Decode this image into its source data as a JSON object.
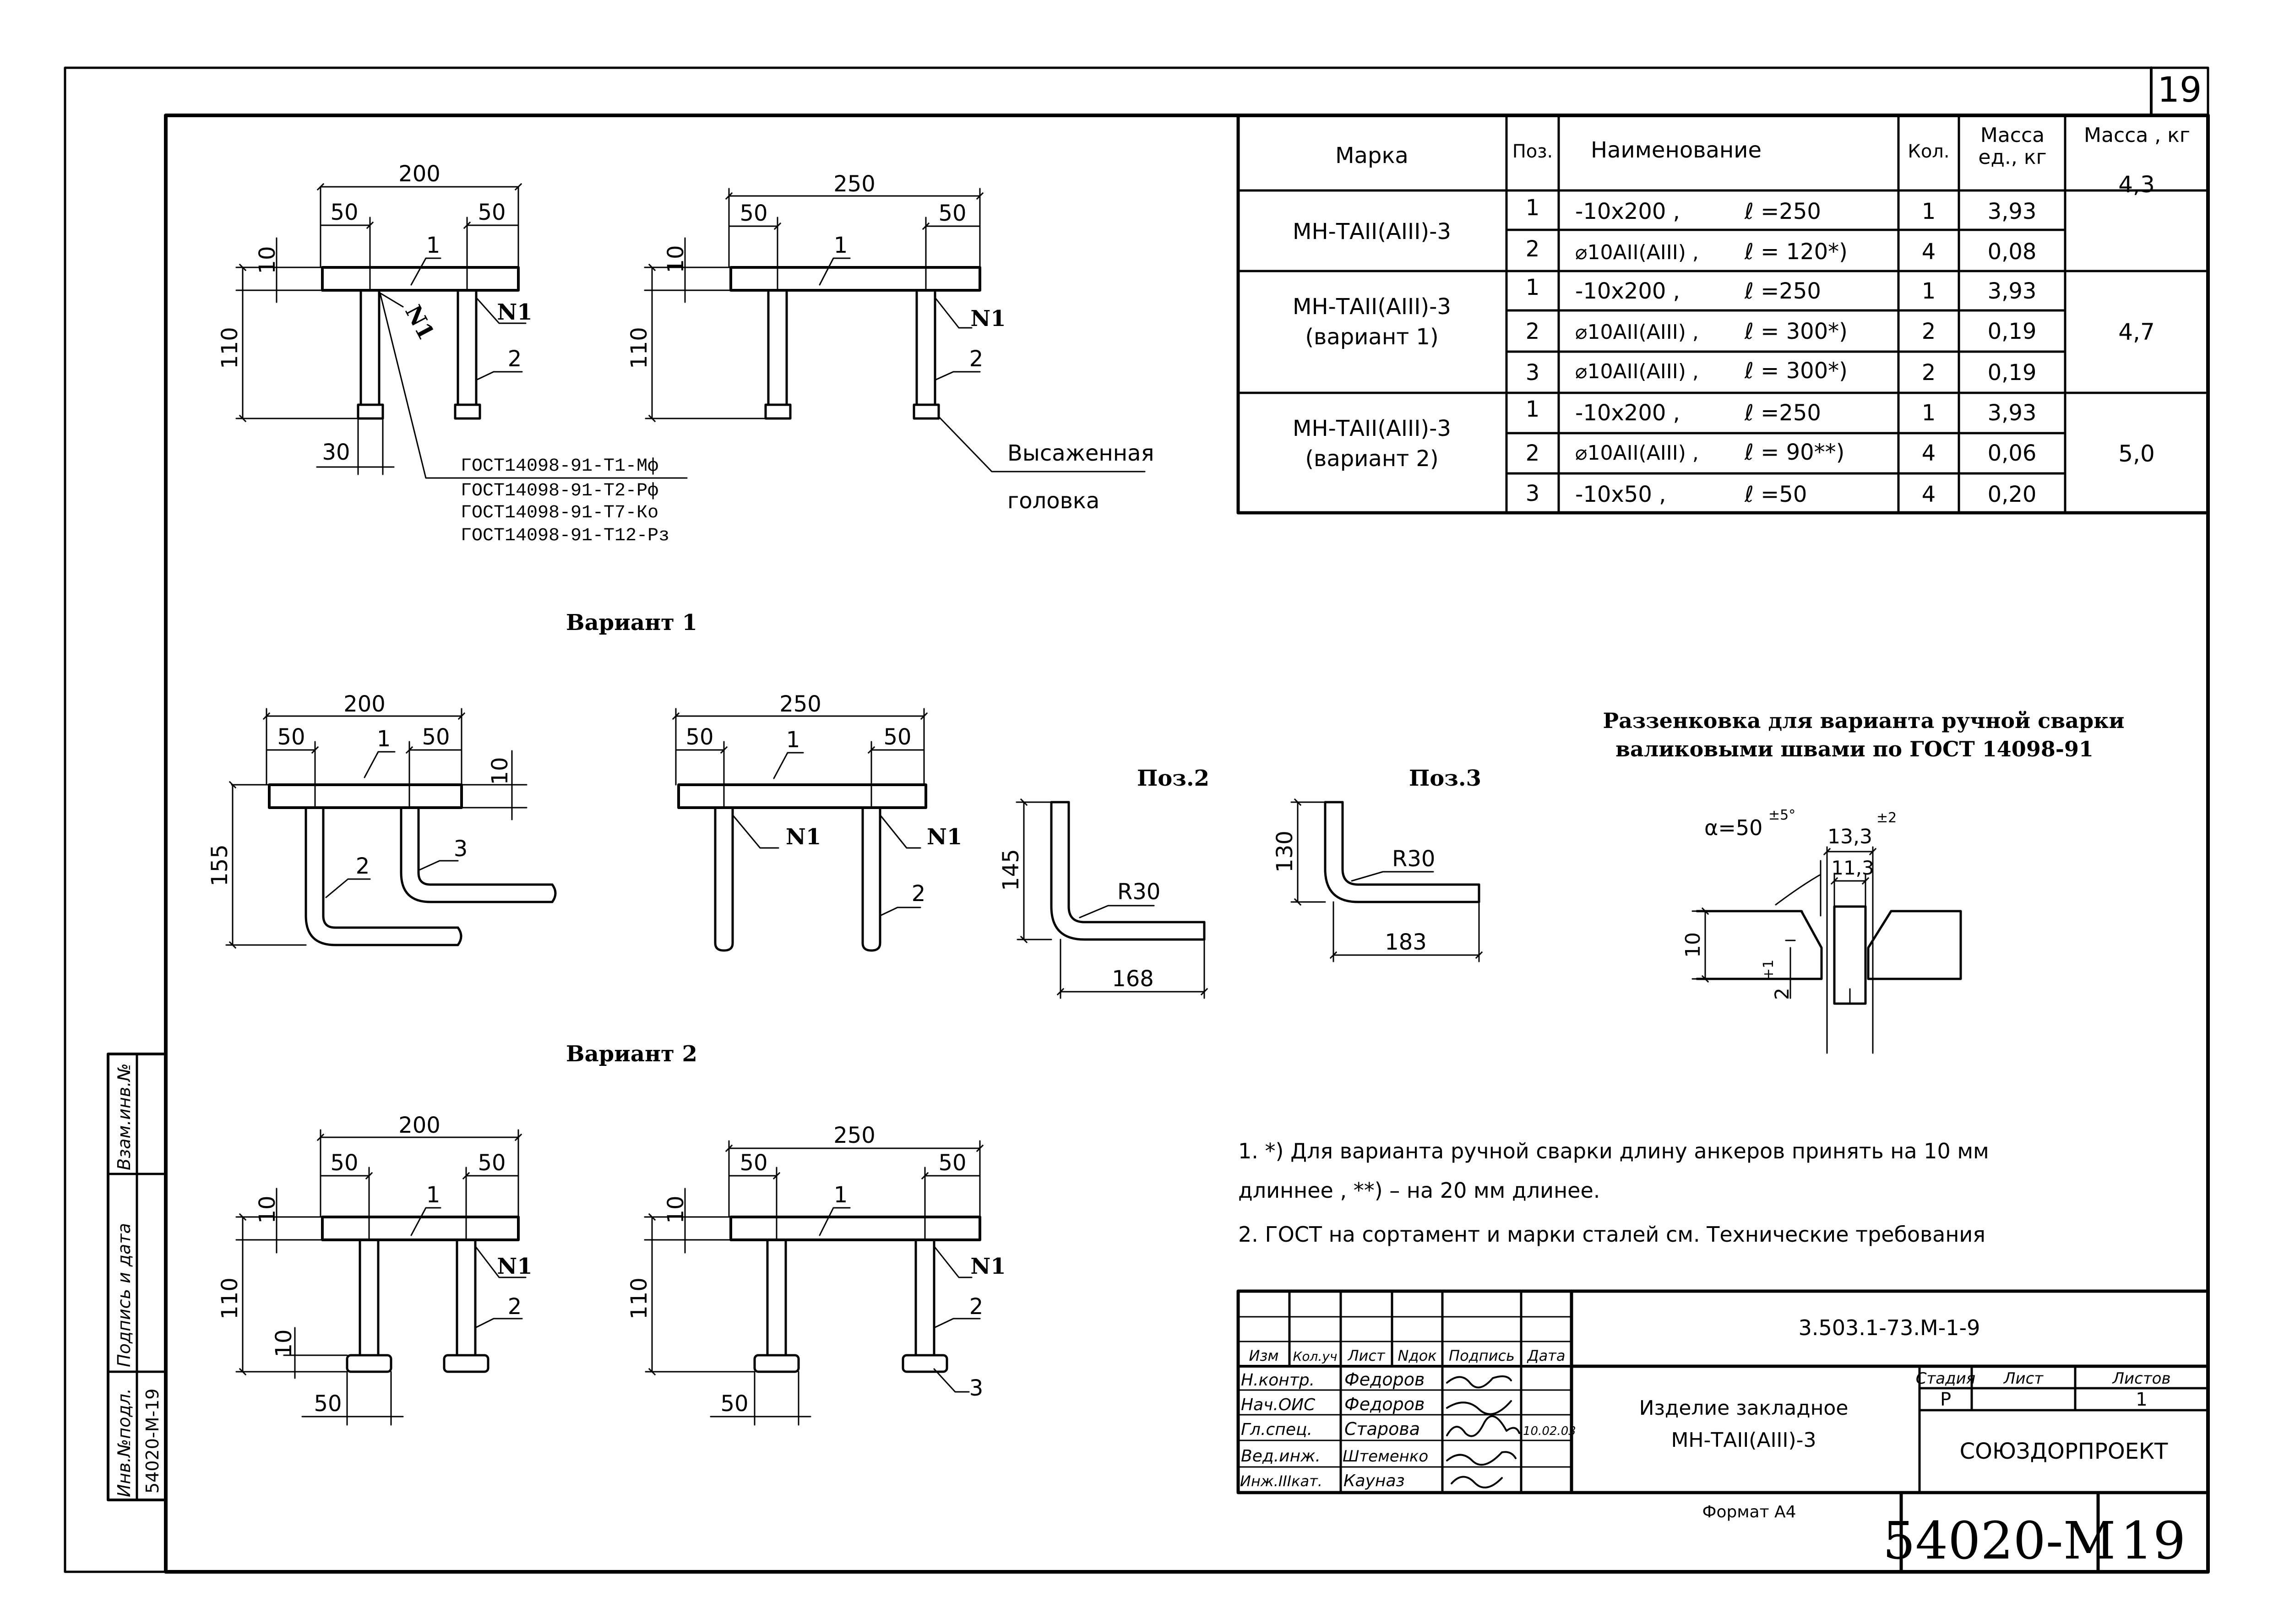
{
  "sheet": {
    "corner_sheet_no": "19",
    "format_label": "Формат А4",
    "doc_no": "54020-М",
    "doc_sheet": "19"
  },
  "side_stamp": {
    "inv_label": "Инв.№подл.",
    "inv_value": "54020-М-19",
    "sign_label": "Подпись и дата",
    "swap_label": "Взам.инв.№"
  },
  "spec_table": {
    "headers": {
      "mark": "Марка",
      "pos": "Поз.",
      "name": "Наименование",
      "qty": "Кол.",
      "mass_unit": "Масса ед., кг",
      "mass_total": "Масса , кг"
    },
    "groups": [
      {
        "mark_line1": "МН-ТАII(АIII)-3",
        "mark_line2": "",
        "mass_total": "4,3",
        "rows": [
          {
            "pos": "1",
            "name": "-10х200 ,",
            "length": "ℓ =250",
            "qty": "1",
            "mass": "3,93"
          },
          {
            "pos": "2",
            "name": "⌀10АII(АIII) ,",
            "length": "ℓ = 120*)",
            "qty": "4",
            "mass": "0,08"
          }
        ]
      },
      {
        "mark_line1": "МН-ТАII(АIII)-3",
        "mark_line2": "(вариант 1)",
        "mass_total": "4,7",
        "rows": [
          {
            "pos": "1",
            "name": "-10х200 ,",
            "length": "ℓ =250",
            "qty": "1",
            "mass": "3,93"
          },
          {
            "pos": "2",
            "name": "⌀10АII(АIII) ,",
            "length": "ℓ = 300*)",
            "qty": "2",
            "mass": "0,19"
          },
          {
            "pos": "3",
            "name": "⌀10АII(АIII) ,",
            "length": "ℓ = 300*)",
            "qty": "2",
            "mass": "0,19"
          }
        ]
      },
      {
        "mark_line1": "МН-ТАII(АIII)-3",
        "mark_line2": "(вариант 2)",
        "mass_total": "5,0",
        "rows": [
          {
            "pos": "1",
            "name": "-10х200 ,",
            "length": "ℓ =250",
            "qty": "1",
            "mass": "3,93"
          },
          {
            "pos": "2",
            "name": "⌀10АII(АIII) ,",
            "length": "ℓ = 90**)",
            "qty": "4",
            "mass": "0,06"
          },
          {
            "pos": "3",
            "name": "-10х50 ,",
            "length": "ℓ =50",
            "qty": "4",
            "mass": "0,20"
          }
        ]
      }
    ]
  },
  "drawings": {
    "main": {
      "dim_200": "200",
      "dim_250": "250",
      "dim_50": "50",
      "dim_10": "10",
      "dim_110": "110",
      "dim_30": "30",
      "pos1": "1",
      "pos2": "2",
      "weld": "N1",
      "gost": [
        "ГОСТ14098-91-Т1-Мф",
        "ГОСТ14098-91-Т2-Рф",
        "ГОСТ14098-91-Т7-Ко",
        "ГОСТ14098-91-Т12-Рз"
      ],
      "head_label_1": "Высаженная",
      "head_label_2": "головка"
    },
    "variant1": {
      "title": "Вариант 1",
      "dim_155": "155",
      "pos3": "3",
      "poz2_title": "Поз.2",
      "poz3_title": "Поз.3",
      "r30": "R30",
      "dim_145": "145",
      "dim_168": "168",
      "dim_130": "130",
      "dim_183": "183"
    },
    "variant2": {
      "title": "Вариант 2"
    },
    "bevel": {
      "title_line1": "Раззенковка для варианта ручной сварки",
      "title_line2": "валиковыми швами по ГОСТ 14098-91",
      "alpha": "α=50",
      "alpha_tol": "±5°",
      "dim_133": "13,3",
      "dim_133_tol": "±2",
      "dim_113": "11,3",
      "dim_10": "10",
      "dim_2": "2",
      "dim_2_tol": "+1"
    }
  },
  "notes": [
    "1. *) Для варианта ручной сварки длину анкеров принять на 10 мм",
    "длиннее , **) – на 20 мм длинее.",
    "2. ГОСТ на сортамент и марки сталей см. Технические требования"
  ],
  "title_block": {
    "code": "3.503.1-73.М-1-9",
    "col_headers": [
      "Изм",
      "Кол.уч",
      "Лист",
      "Nдок",
      "Подпись",
      "Дата"
    ],
    "people": [
      {
        "role": "Н.контр.",
        "name": "Федоров"
      },
      {
        "role": "Нач.ОИС",
        "name": "Федоров"
      },
      {
        "role": "Гл.спец.",
        "name": "Старова"
      },
      {
        "role": "Вед.инж.",
        "name": "Штеменко"
      },
      {
        "role": "Инж.IIIкат.",
        "name": "Кауназ"
      }
    ],
    "date_value": "10.02.03",
    "product_line1": "Изделие закладное",
    "product_line2": "МН-ТАII(АIII)-3",
    "stage_label": "Стадия",
    "sheet_label": "Лист",
    "sheets_label": "Листов",
    "stage_value": "Р",
    "sheets_value": "1",
    "org": "СОЮЗДОРПРОЕКТ"
  }
}
